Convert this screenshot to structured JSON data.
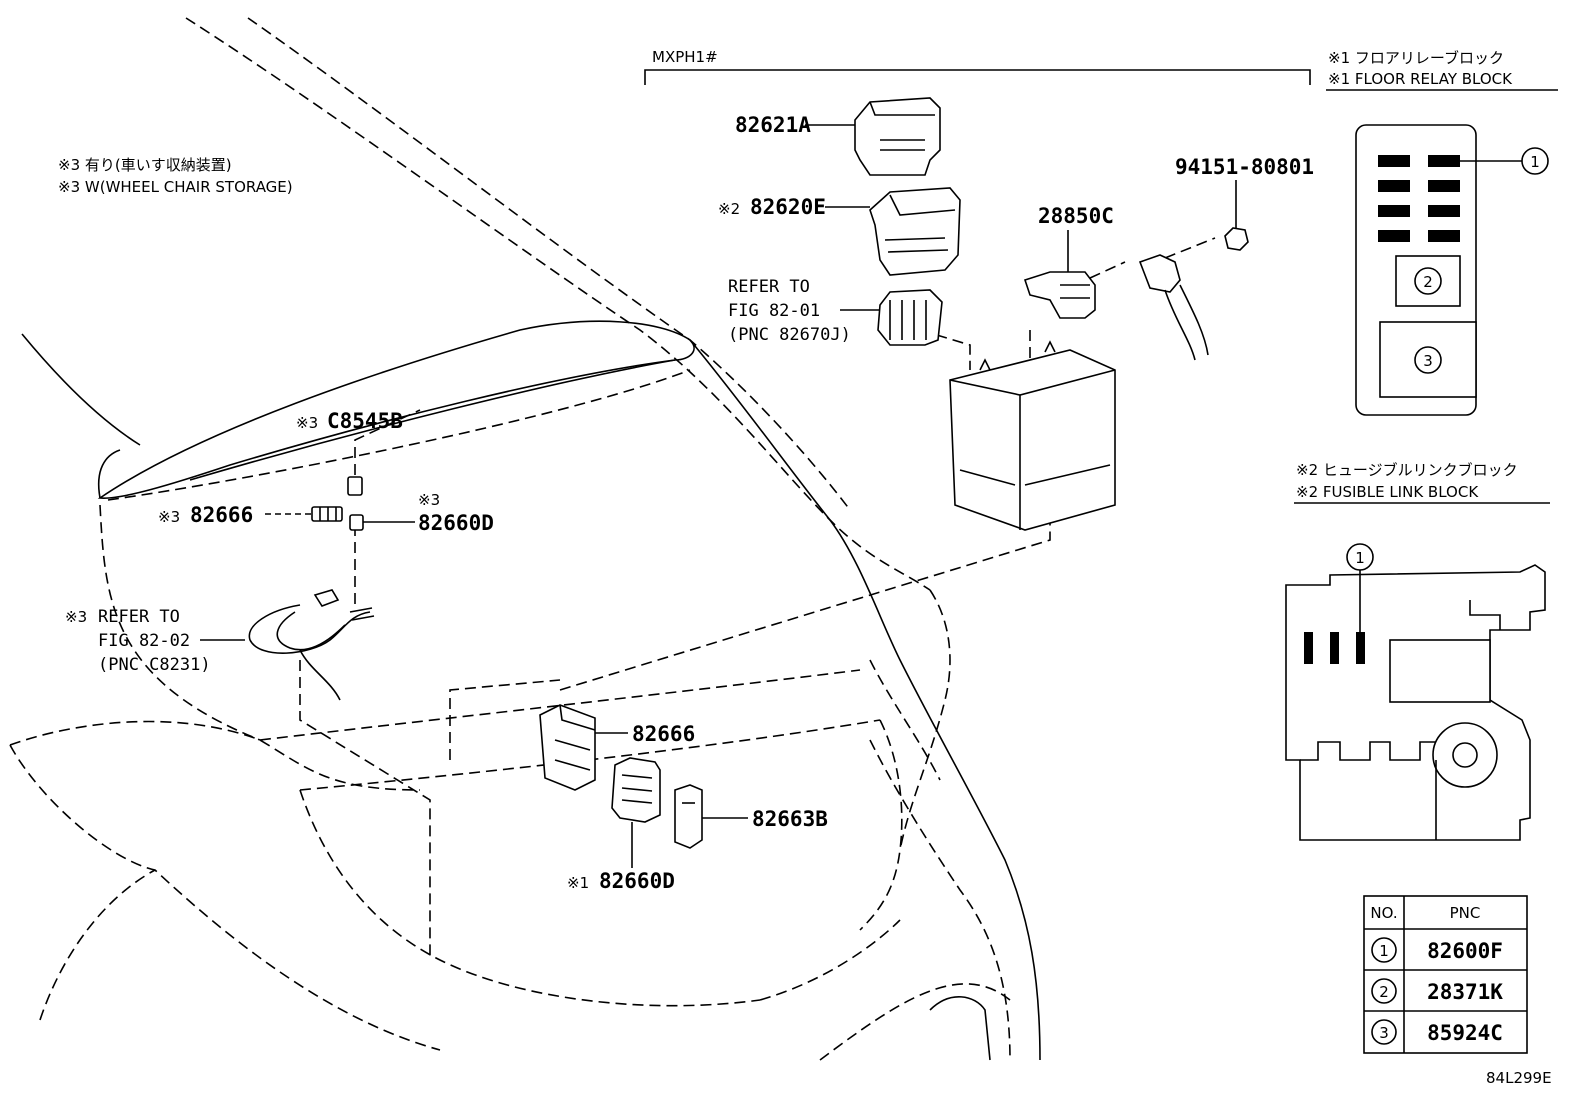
{
  "diagram_code": "84L299E",
  "model_bracket": "MXPH1#",
  "notes": {
    "note3_jp": "※3 有り(車いす収納装置)",
    "note3_en": "※3 W(WHEEL CHAIR STORAGE)"
  },
  "parts": {
    "p82621A": "82621A",
    "p82620E_mark": "※2",
    "p82620E": "82620E",
    "ref1_line1": "REFER TO",
    "ref1_line2": "FIG 82-01",
    "ref1_line3": "(PNC 82670J)",
    "p28850C": "28850C",
    "p94151": "94151-80801",
    "pC8545B_mark": "※3",
    "pC8545B": "C8545B",
    "p82666a_mark": "※3",
    "p82666a": "82666",
    "p82660Da_mark": "※3",
    "p82660Da": "82660D",
    "ref2_line1_mark": "※3",
    "ref2_line1": "REFER TO",
    "ref2_line2": "FIG 82-02",
    "ref2_line3": "(PNC C8231)",
    "p82666b": "82666",
    "p82663B": "82663B",
    "p82660Db_mark": "※1",
    "p82660Db": "82660D"
  },
  "floor_relay_block": {
    "title_jp": "※1 フロアリレーブロック",
    "title_en": "※1 FLOOR RELAY BLOCK",
    "callouts": [
      "1",
      "2",
      "3"
    ]
  },
  "fusible_link_block": {
    "title_jp": "※2 ヒュージブルリンクブロック",
    "title_en": "※2 FUSIBLE LINK BLOCK",
    "callouts": [
      "1"
    ]
  },
  "pnc_table": {
    "headers": [
      "NO.",
      "PNC"
    ],
    "rows": [
      {
        "no": "1",
        "pnc": "82600F"
      },
      {
        "no": "2",
        "pnc": "28371K"
      },
      {
        "no": "3",
        "pnc": "85924C"
      }
    ]
  }
}
